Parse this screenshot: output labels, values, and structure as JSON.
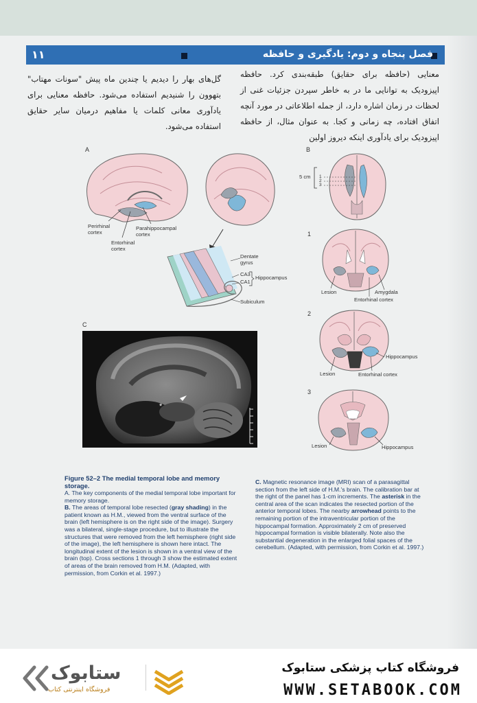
{
  "header": {
    "chapter_number": "۱۱",
    "title": "فصل پنجاه و دوم: یادگیری و حافظه"
  },
  "body_text": {
    "right_column": "معنایی (حافظه برای حقایق) طبقه‌بندی کرد. حافظه اپیزودیک به توانایی ما در به خاطر سپردن جزئیات غنی از لحظات در زمان اشاره دارد، از جمله اطلاعاتی در مورد آنچه اتفاق افتاده، چه زمانی و کجا. به عنوان مثال، از حافظه اپیزودیک برای یادآوری اینکه دیروز اولین",
    "left_column": "گل‌های بهار را دیدیم یا چندین ماه پیش \"سونات مهتاب\" بتهوون را شنیدیم استفاده می‌شود. حافظه معنایی برای یادآوری معانی کلمات یا مفاهیم درمیان سایر حقایق استفاده می‌شود."
  },
  "figure": {
    "panels": {
      "a": "A",
      "b": "B",
      "c": "C",
      "b1": "1",
      "b2": "2",
      "b3": "3"
    },
    "labels": {
      "perirhinal": "Perirhinal cortex",
      "parahippocampal": "Parahippocampal cortex",
      "entorhinal_a": "Entorhinal cortex",
      "dentate": "Dentate gyrus",
      "ca3": "CA3",
      "ca1": "CA1",
      "hippocampus_bracket": "Hippocampus",
      "subiculum": "Subiculum",
      "scale": "5 cm",
      "tick1": "1",
      "tick2": "2",
      "tick3": "3",
      "lesion1": "Lesion",
      "amygdala": "Amygdala",
      "entorhinal1": "Entorhinal cortex",
      "hippocampus2": "Hippocampus",
      "lesion2": "Lesion",
      "entorhinal2": "Entorhinal cortex",
      "lesion3": "Lesion",
      "hippocampus3": "Hippocampus"
    },
    "mri_asterisk": "*",
    "colors": {
      "lesion_gray": "#9aa3ad",
      "blue_region": "#6c95c8",
      "pink_region": "#e7b9c0",
      "teal": "#7cc4b5"
    }
  },
  "caption": {
    "title": "Figure 52–2 The medial temporal lobe and memory storage.",
    "a": "A. The key components of the medial temporal lobe important for memory storage.",
    "b_lead": "B.",
    "b_text1": " The areas of temporal lobe resected (",
    "b_bold": "gray shading",
    "b_text2": ") in the patient known as H.M., viewed from the ventral surface of the brain (left hemisphere is on the right side of the image). Surgery was a bilateral, single-stage procedure, but to illustrate the structures that were removed from the left hemisphere (right side of the image), the left hemisphere is shown here intact. The longitudinal extent of the lesion is shown in a ventral view of the brain (top). Cross sections 1 through 3 show the estimated extent of areas of the brain removed from H.M. (Adapted, with permission, from Corkin et al. 1997.)",
    "c_lead": "C.",
    "c_text1": " Magnetic resonance image (MRI) scan of a parasagittal section from the left side of H.M.'s brain. The calibration bar at the right of the panel has 1-cm increments. The ",
    "c_bold1": "asterisk",
    "c_text2": " in the central area of the scan indicates the resected portion of the anterior temporal lobes. The nearby ",
    "c_bold2": "arrowhead",
    "c_text3": " points to the remaining portion of the intraventricular portion of the hippocampal formation. Approximately 2 cm of preserved hippocampal formation is visible bilaterally. Note also the substantial degeneration in the enlarged folial spaces of the cerebellum. (Adapted, with permission, from Corkin et al. 1997.)"
  },
  "footer": {
    "store_name": "فروشگاه کتاب پزشکی ستابوک",
    "url": "WWW.SETABOOK.COM",
    "logo_name": "ستابوک",
    "logo_tagline": "فروشگاه اینترنتی کتاب"
  }
}
